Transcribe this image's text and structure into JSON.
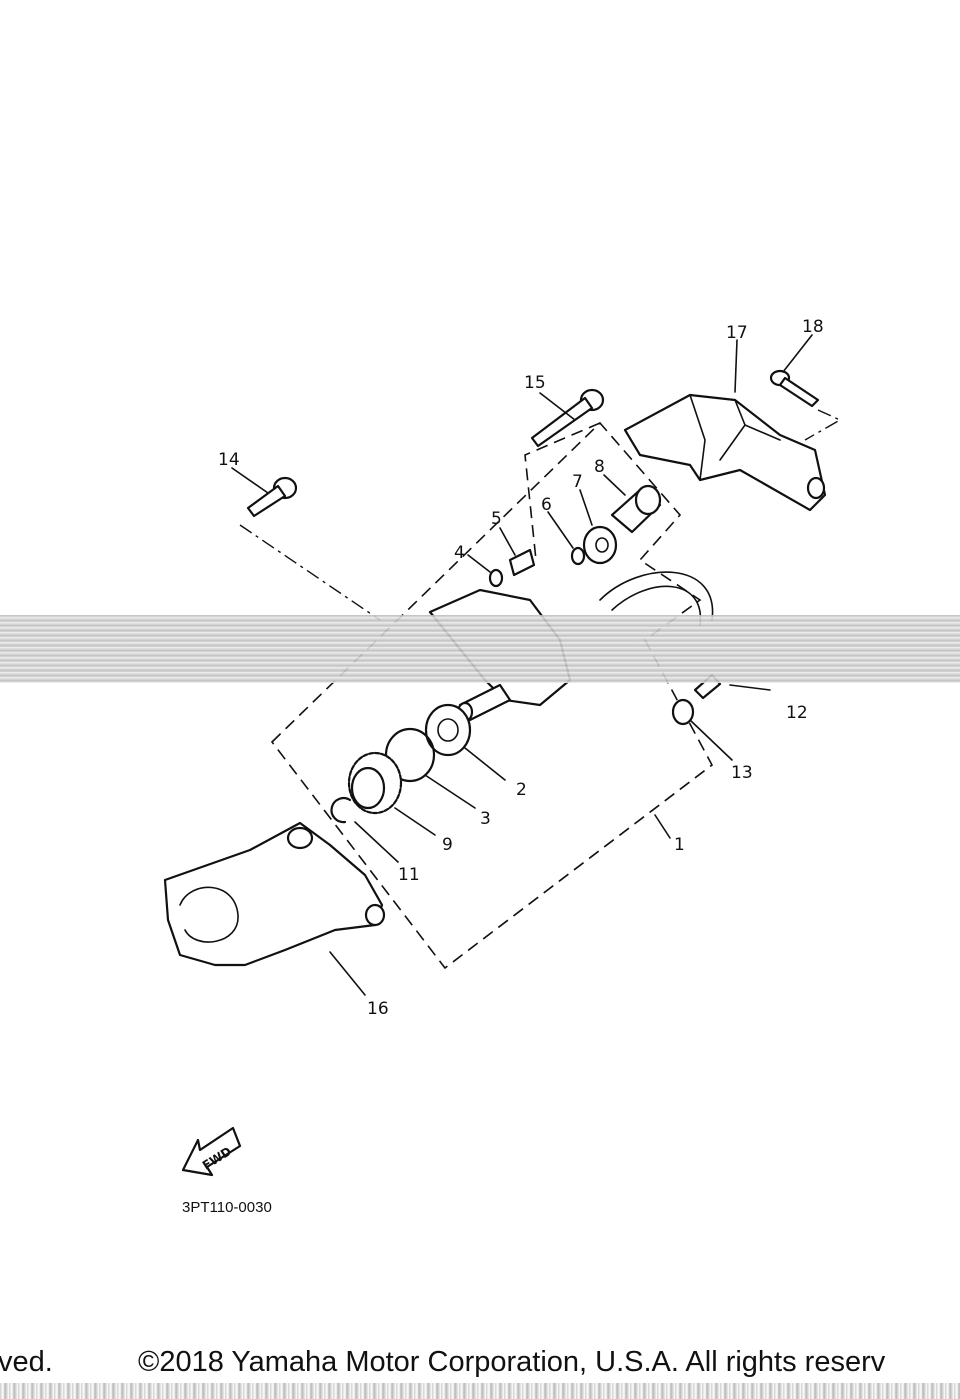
{
  "callouts": {
    "c1": "1",
    "c2": "2",
    "c3": "3",
    "c4": "4",
    "c5": "5",
    "c6": "6",
    "c7": "7",
    "c8": "8",
    "c9": "9",
    "c11": "11",
    "c12": "12",
    "c13": "13",
    "c14": "14",
    "c15": "15",
    "c16": "16",
    "c17": "17",
    "c18": "18"
  },
  "fwd_label": "FWD",
  "diagram_code": "3PT110-0030",
  "footer": {
    "left_fragment": "ved.",
    "copyright": "©2018 Yamaha Motor Corporation, U.S.A. All rights reserv"
  }
}
